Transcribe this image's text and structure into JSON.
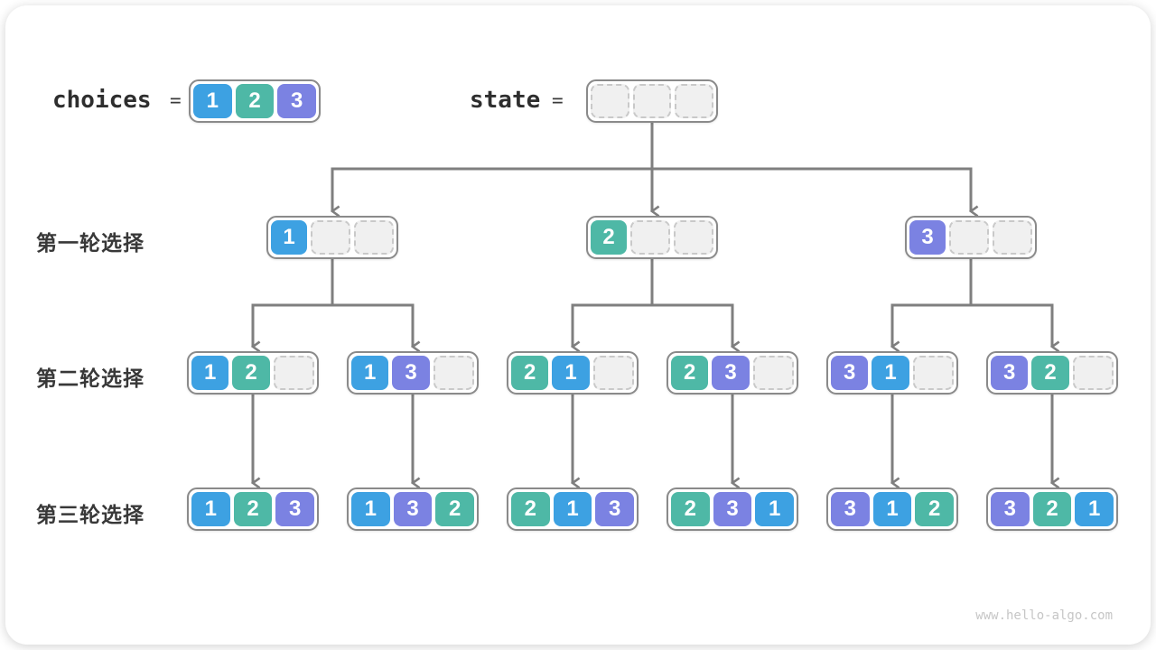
{
  "palette": {
    "1": "#3da1e2",
    "2": "#4eb8a6",
    "3": "#7b82e2",
    "arrow": "#7f7f7f",
    "node_border": "#8a8a8a",
    "empty_slot_bg": "#f0f0f0",
    "empty_slot_border": "#c9c9c9"
  },
  "header": {
    "choices_label": "choices",
    "choices_equals": "=",
    "choices": [
      1,
      2,
      3
    ],
    "state_label": "state",
    "state_equals": "=",
    "state": [
      null,
      null,
      null
    ]
  },
  "rows": [
    {
      "label": "第一轮选择",
      "nodes": [
        [
          1,
          null,
          null
        ],
        [
          2,
          null,
          null
        ],
        [
          3,
          null,
          null
        ]
      ]
    },
    {
      "label": "第二轮选择",
      "nodes": [
        [
          1,
          2,
          null
        ],
        [
          1,
          3,
          null
        ],
        [
          2,
          1,
          null
        ],
        [
          2,
          3,
          null
        ],
        [
          3,
          1,
          null
        ],
        [
          3,
          2,
          null
        ]
      ]
    },
    {
      "label": "第三轮选择",
      "nodes": [
        [
          1,
          2,
          3
        ],
        [
          1,
          3,
          2
        ],
        [
          2,
          1,
          3
        ],
        [
          2,
          3,
          1
        ],
        [
          3,
          1,
          2
        ],
        [
          3,
          2,
          1
        ]
      ]
    }
  ],
  "watermark": "www.hello-algo.com"
}
